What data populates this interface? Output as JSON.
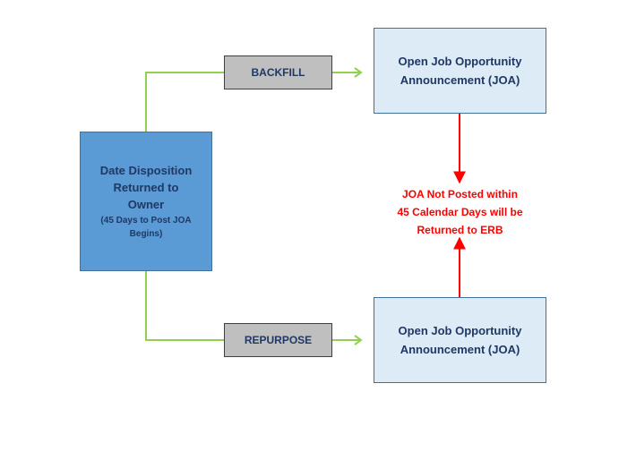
{
  "source": {
    "title_lines": [
      "Date Disposition",
      "Returned to",
      "Owner"
    ],
    "subtitle_lines": [
      "(45 Days to Post JOA",
      "Begins)"
    ]
  },
  "branches": {
    "backfill_label": "BACKFILL",
    "repurpose_label": "REPURPOSE"
  },
  "targets": {
    "top_lines": [
      "Open Job Opportunity",
      "Announcement (JOA)"
    ],
    "bottom_lines": [
      "Open Job Opportunity",
      "Announcement (JOA)"
    ]
  },
  "note": {
    "lines": [
      "JOA Not Posted within",
      "45 Calendar Days will be",
      "Returned to ERB"
    ]
  },
  "colors": {
    "source_fill": "#5b9bd5",
    "branch_fill": "#bfbfbf",
    "target_fill": "#ddebf7",
    "branch_connector": "#92d050",
    "note_and_arrows": "#ff0000",
    "text_navy": "#1f3864"
  }
}
